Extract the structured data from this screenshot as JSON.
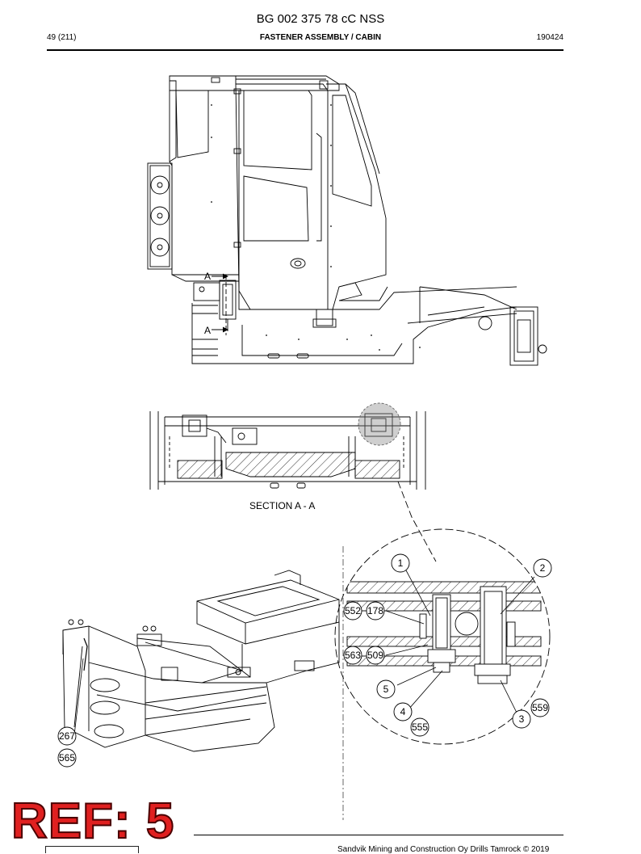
{
  "header": {
    "doc_title": "BG 002 375 78 cC NSS",
    "page": "49 (211)",
    "section": "FASTENER ASSEMBLY / CABIN",
    "date_code": "190424"
  },
  "drawing": {
    "section_label": "SECTION  A - A",
    "cut_marker_top": "A",
    "cut_marker_bottom": "A",
    "callouts": [
      "1",
      "2",
      "552",
      "178",
      "563",
      "509",
      "5",
      "4",
      "555",
      "3",
      "559",
      "267",
      "565"
    ]
  },
  "stamp": {
    "text": "REF: 5"
  },
  "footer": {
    "text": "Sandvik Mining and Construction Oy Drills Tamrock © 2019"
  }
}
